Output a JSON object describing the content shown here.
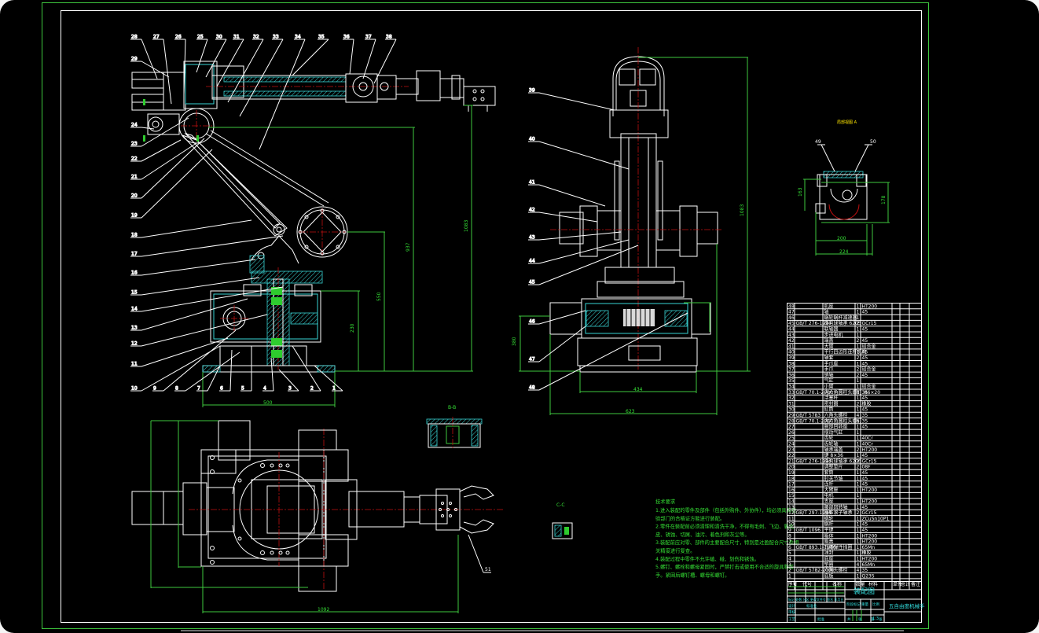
{
  "drawing": {
    "type": "assembly drawing",
    "frame_color": "#3ec83e",
    "background": "#000000",
    "line_colors": {
      "outline": "#ffffff",
      "dimension": "#3ec83e",
      "centerline": "#c01010",
      "section": "#39d3d3",
      "title": "#34e0e0"
    }
  },
  "views": {
    "front_view": {
      "leaders_top": [
        "28",
        "27",
        "26",
        "25",
        "30",
        "31",
        "32",
        "33",
        "34",
        "35",
        "36",
        "37",
        "38"
      ],
      "leaders_left": [
        "29",
        "24",
        "23",
        "22",
        "21",
        "20",
        "19",
        "18",
        "17",
        "16",
        "15",
        "14",
        "13",
        "12",
        "11"
      ],
      "leaders_bottom": [
        "10",
        "9",
        "8",
        "7",
        "6",
        "5",
        "4",
        "3",
        "2",
        "1"
      ],
      "dimensions": {
        "base_width": "500",
        "h1": "230",
        "h2": "550",
        "h3": "937",
        "h4": "1083"
      }
    },
    "side_view": {
      "leaders": [
        "39",
        "40",
        "41",
        "42",
        "43",
        "44",
        "45",
        "46",
        "47",
        "48"
      ],
      "dimensions": {
        "total_height": "1083",
        "base_inner": "434",
        "base_outer": "623",
        "left_h": "380"
      }
    },
    "detail_view": {
      "title": "局部视图 A",
      "leaders": [
        "49",
        "50"
      ],
      "dimensions": {
        "w1": "200",
        "w2": "224",
        "h1": "163",
        "h2": "178"
      }
    },
    "section_bb": {
      "title": "B-B"
    },
    "section_cc": {
      "title": "C-C"
    },
    "top_view": {
      "leaders": [
        "51"
      ],
      "dimensions": {
        "total_length": "1092"
      }
    }
  },
  "technical_requirements": {
    "title": "技术要求",
    "lines": [
      "1.进入装配的零件及部件（包括外购件、外协件），均必须具有检",
      "验部门的合格证方能进行装配。",
      "2.零件在装配前必须清理和清洗干净，不得有毛刺、飞边、氧化",
      "皮、锈蚀、切屑、油污、着色剂和灰尘等。",
      "3.装配前应对零、部件的主要配合尺寸，特别是过盈配合尺寸及相",
      "关精度进行复查。",
      "4.装配过程中零件不允许磕、碰、划伤和锈蚀。",
      "5.螺钉、螺栓和螺母紧固时，严禁打击或使用不合适的旋具和扳",
      "手。紧固后螺钉槽、螺母和螺钉。"
    ]
  },
  "bom": {
    "rows": [
      {
        "no": "48",
        "code": "",
        "name": "机座",
        "qty": "1",
        "mat": "HT200"
      },
      {
        "no": "47",
        "code": "",
        "name": "轴",
        "qty": "1",
        "mat": "45"
      },
      {
        "no": "46",
        "code": "",
        "name": "蜗轮蜗杆减速器",
        "qty": "1",
        "mat": ""
      },
      {
        "no": "45",
        "code": "GB/T 276-1994",
        "name": "深沟球轴承 6205",
        "qty": "2",
        "mat": "GCr15"
      },
      {
        "no": "44",
        "code": "",
        "name": "联轴器",
        "qty": "1",
        "mat": "45"
      },
      {
        "no": "43",
        "code": "",
        "name": "步进电机",
        "qty": "1",
        "mat": ""
      },
      {
        "no": "42",
        "code": "",
        "name": "端盖",
        "qty": "2",
        "mat": "45"
      },
      {
        "no": "41",
        "code": "",
        "name": "大臂",
        "qty": "1",
        "mat": "铝合金"
      },
      {
        "no": "40",
        "code": "",
        "name": "平行四边形连杆机构",
        "qty": "1",
        "mat": "45"
      },
      {
        "no": "39",
        "code": "",
        "name": "轴套",
        "qty": "2",
        "mat": "45"
      },
      {
        "no": "38",
        "code": "",
        "name": "手爪座",
        "qty": "1",
        "mat": "45"
      },
      {
        "no": "37",
        "code": "",
        "name": "手爪",
        "qty": "2",
        "mat": "铝合金"
      },
      {
        "no": "36",
        "code": "",
        "name": "销轴",
        "qty": "2",
        "mat": "45"
      },
      {
        "no": "35",
        "code": "",
        "name": "气缸",
        "qty": "1",
        "mat": ""
      },
      {
        "no": "34",
        "code": "",
        "name": "小臂",
        "qty": "1",
        "mat": "铝合金"
      },
      {
        "no": "33",
        "code": "GB/T 70.1-2000",
        "name": "内六角圆柱头螺钉 M6×20",
        "qty": "8",
        "mat": "35"
      },
      {
        "no": "32",
        "code": "",
        "name": "活塞杆",
        "qty": "1",
        "mat": "45"
      },
      {
        "no": "31",
        "code": "",
        "name": "密封圈",
        "qty": "2",
        "mat": "橡胶"
      },
      {
        "no": "30",
        "code": "",
        "name": "缸筒",
        "qty": "1",
        "mat": "45"
      },
      {
        "no": "29",
        "code": "GB/T 5783",
        "name": "六角头螺栓",
        "qty": "4",
        "mat": "35"
      },
      {
        "no": "28",
        "code": "GB/T 70.1-2000",
        "name": "内六角圆柱头螺钉",
        "qty": "6",
        "mat": "35"
      },
      {
        "no": "27",
        "code": "",
        "name": "腕部回转座",
        "qty": "1",
        "mat": "45"
      },
      {
        "no": "26",
        "code": "",
        "name": "摆动气缸",
        "qty": "1",
        "mat": ""
      },
      {
        "no": "25",
        "code": "",
        "name": "齿轮",
        "qty": "1",
        "mat": "40Cr"
      },
      {
        "no": "24",
        "code": "",
        "name": "齿轮轴",
        "qty": "1",
        "mat": "40Cr"
      },
      {
        "no": "23",
        "code": "",
        "name": "轴承端盖",
        "qty": "2",
        "mat": "HT200"
      },
      {
        "no": "22",
        "code": "",
        "name": "键 8×36",
        "qty": "1",
        "mat": "45"
      },
      {
        "no": "21",
        "code": "GB/T 276-1994",
        "name": "深沟球轴承 6206",
        "qty": "2",
        "mat": "GCr15"
      },
      {
        "no": "20",
        "code": "",
        "name": "调整垫片",
        "qty": "2",
        "mat": "08F"
      },
      {
        "no": "19",
        "code": "",
        "name": "套筒",
        "qty": "1",
        "mat": "45"
      },
      {
        "no": "18",
        "code": "",
        "name": "肘关节轴",
        "qty": "1",
        "mat": "45"
      },
      {
        "no": "17",
        "code": "",
        "name": "连杆",
        "qty": "1",
        "mat": "45"
      },
      {
        "no": "16",
        "code": "",
        "name": "大臂座",
        "qty": "1",
        "mat": "HT200"
      },
      {
        "no": "15",
        "code": "",
        "name": "电机",
        "qty": "1",
        "mat": ""
      },
      {
        "no": "14",
        "code": "",
        "name": "支座",
        "qty": "1",
        "mat": "HT200"
      },
      {
        "no": "13",
        "code": "",
        "name": "腰部回转轴",
        "qty": "1",
        "mat": "45"
      },
      {
        "no": "12",
        "code": "GB/T 297-1994",
        "name": "圆锥滚子轴承",
        "qty": "2",
        "mat": "GCr15"
      },
      {
        "no": "11",
        "code": "",
        "name": "蜗轮",
        "qty": "1",
        "mat": "ZCuSn10P1"
      },
      {
        "no": "10",
        "code": "",
        "name": "蜗杆",
        "qty": "1",
        "mat": "45"
      },
      {
        "no": "9",
        "code": "GB/T 1096",
        "name": "平键",
        "qty": "1",
        "mat": "45"
      },
      {
        "no": "8",
        "code": "",
        "name": "箱体",
        "qty": "1",
        "mat": "HT200"
      },
      {
        "no": "7",
        "code": "",
        "name": "箱盖",
        "qty": "1",
        "mat": "HT200"
      },
      {
        "no": "6",
        "code": "GB/T 893.1-1986",
        "name": "孔用弹性挡圈",
        "qty": "1",
        "mat": "65Mn"
      },
      {
        "no": "5",
        "code": "",
        "name": "油封",
        "qty": "1",
        "mat": "橡胶"
      },
      {
        "no": "4",
        "code": "",
        "name": "底座",
        "qty": "1",
        "mat": "HT200"
      },
      {
        "no": "3",
        "code": "",
        "name": "垫圈",
        "qty": "4",
        "mat": "65Mn"
      },
      {
        "no": "2",
        "code": "GB/T 5782-2000",
        "name": "六角头螺栓",
        "qty": "4",
        "mat": "35"
      },
      {
        "no": "1",
        "code": "",
        "name": "底板",
        "qty": "1",
        "mat": "Q235"
      }
    ],
    "header": {
      "no": "序号",
      "code": "代号",
      "name": "名称",
      "qty": "数量",
      "mat": "材料",
      "weight_single": "单件",
      "weight_total": "总计",
      "weight": "重量",
      "remark": "备注"
    }
  },
  "title_block": {
    "drawing_name": "装配图",
    "product_name": "五自由度机械手",
    "scale_label": "比例",
    "scale": "1:3",
    "stage_label": "阶段标记",
    "weight_label": "重量",
    "row_labels": [
      "标记",
      "处数",
      "分区",
      "更改文件号",
      "签名",
      "年月日"
    ],
    "roles": [
      "设计",
      "标准化",
      "审核",
      "工艺",
      "批准"
    ],
    "sheet_labels": [
      "共",
      "张",
      "第",
      "张"
    ]
  }
}
